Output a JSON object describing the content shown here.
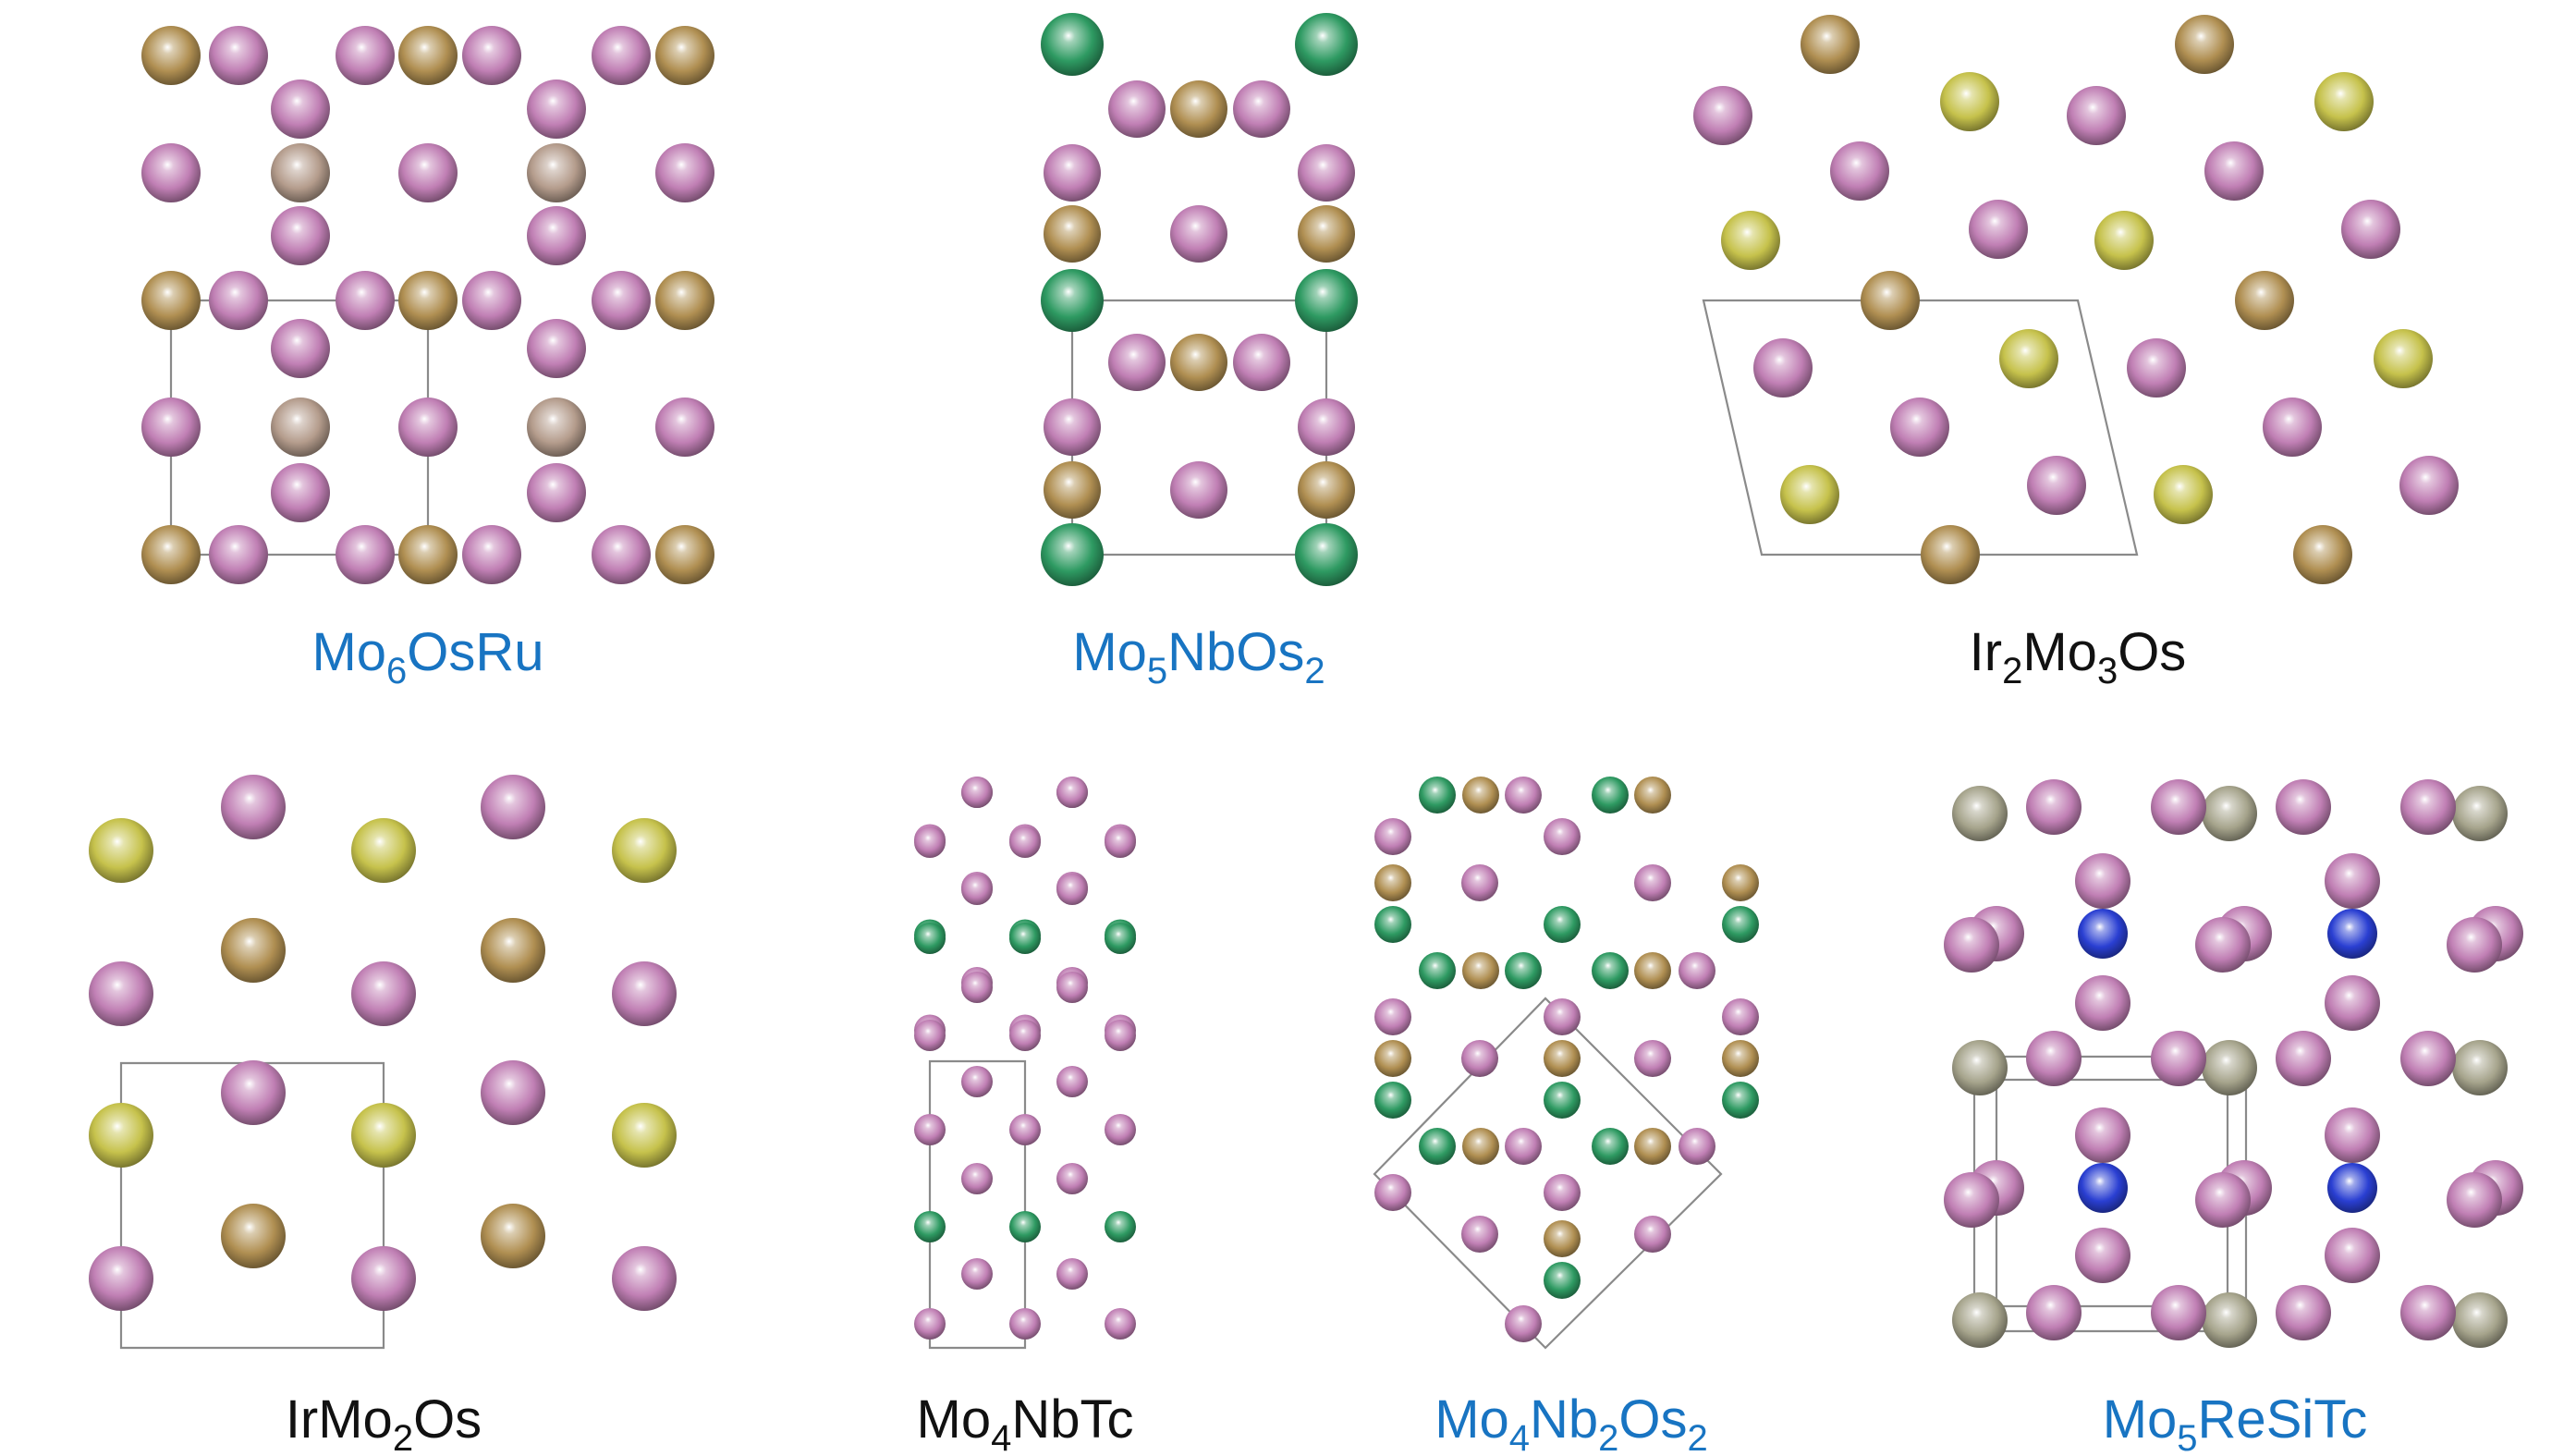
{
  "colors": {
    "Mo": "#c07fb4",
    "Os": "#b08f52",
    "Ru": "#b49c8c",
    "Nb": "#2e9a62",
    "Ir": "#c6c24c",
    "Tc": "#a6a48c",
    "Re": "#2a3fd2",
    "Si": "#a6a48c",
    "label_blue": "#1874c2",
    "label_black": "#111111",
    "cell_line": "#8a8a8a"
  },
  "structures": [
    {
      "id": "mo6osru",
      "color": "blue",
      "formula": [
        {
          "t": "Mo"
        },
        {
          "t": "6",
          "sub": true
        },
        {
          "t": "OsRu"
        }
      ]
    },
    {
      "id": "mo5nbos2",
      "color": "blue",
      "formula": [
        {
          "t": "Mo"
        },
        {
          "t": "5",
          "sub": true
        },
        {
          "t": "NbOs"
        },
        {
          "t": "2",
          "sub": true
        }
      ]
    },
    {
      "id": "ir2mo3os",
      "color": "black",
      "formula": [
        {
          "t": "Ir"
        },
        {
          "t": "2",
          "sub": true
        },
        {
          "t": "Mo"
        },
        {
          "t": "3",
          "sub": true
        },
        {
          "t": "Os"
        }
      ]
    },
    {
      "id": "irmo2os",
      "color": "black",
      "formula": [
        {
          "t": "IrMo"
        },
        {
          "t": "2",
          "sub": true
        },
        {
          "t": "Os"
        }
      ]
    },
    {
      "id": "mo4nbtc",
      "color": "black",
      "formula": [
        {
          "t": "Mo"
        },
        {
          "t": "4",
          "sub": true
        },
        {
          "t": "NbTc"
        }
      ]
    },
    {
      "id": "mo4nb2os2",
      "color": "blue",
      "formula": [
        {
          "t": "Mo"
        },
        {
          "t": "4",
          "sub": true
        },
        {
          "t": "Nb"
        },
        {
          "t": "2",
          "sub": true
        },
        {
          "t": "Os"
        },
        {
          "t": "2",
          "sub": true
        }
      ]
    },
    {
      "id": "mo5resitc",
      "color": "blue",
      "formula": [
        {
          "t": "Mo"
        },
        {
          "t": "5",
          "sub": true
        },
        {
          "t": "ReSiTc"
        }
      ]
    }
  ]
}
